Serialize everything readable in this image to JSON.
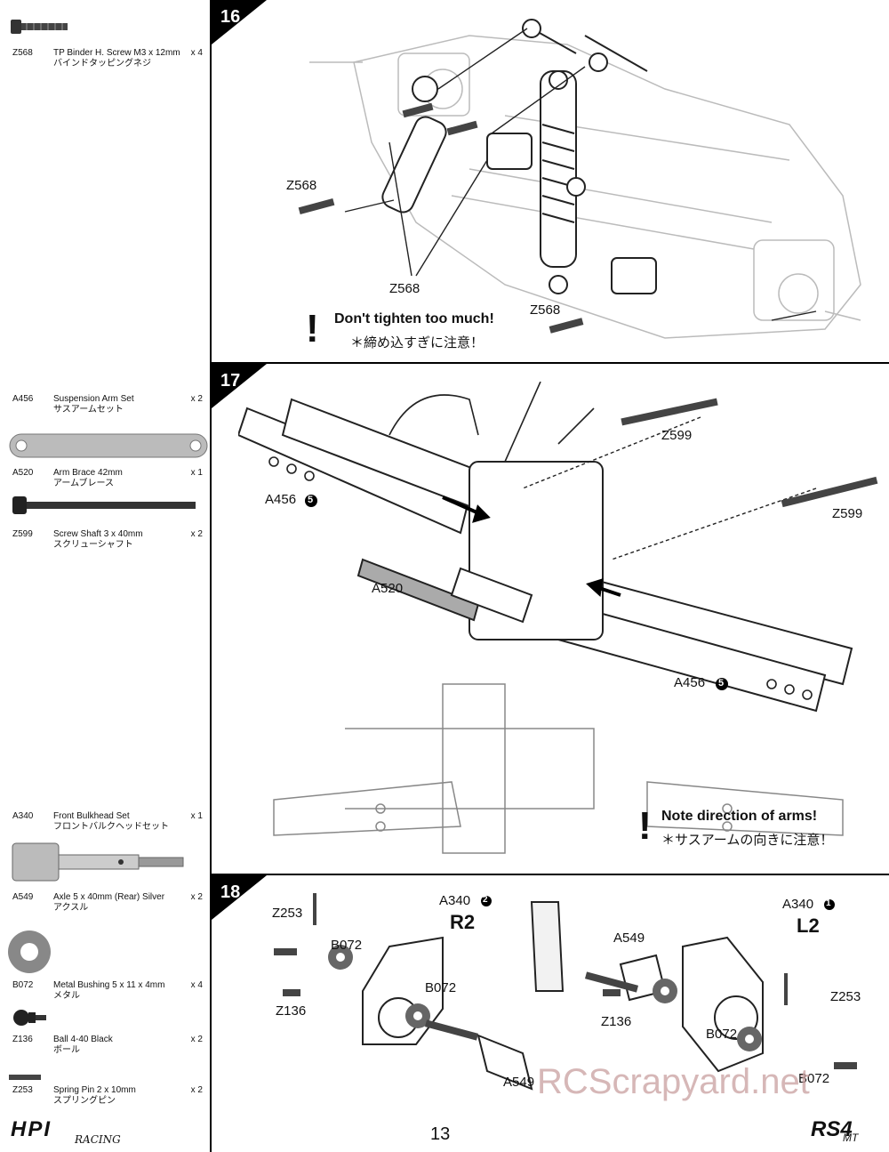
{
  "parts": [
    {
      "code": "Z568",
      "desc": "TP Binder H. Screw M3 x 12mm",
      "desc_jp": "バインドタッピングネジ",
      "qty": "x 4"
    },
    {
      "code": "A456",
      "desc": "Suspension Arm Set",
      "desc_jp": "サスアームセット",
      "qty": "x 2"
    },
    {
      "code": "A520",
      "desc": "Arm Brace 42mm",
      "desc_jp": "アームブレース",
      "qty": "x 1"
    },
    {
      "code": "Z599",
      "desc": "Screw Shaft 3 x 40mm",
      "desc_jp": "スクリューシャフト",
      "qty": "x 2"
    },
    {
      "code": "A340",
      "desc": "Front Bulkhead Set",
      "desc_jp": "フロントバルクヘッドセット",
      "qty": "x 1"
    },
    {
      "code": "A549",
      "desc": "Axle 5 x 40mm (Rear) Silver",
      "desc_jp": "アクスル",
      "qty": "x 2"
    },
    {
      "code": "B072",
      "desc": "Metal Bushing 5 x 11 x 4mm",
      "desc_jp": "メタル",
      "qty": "x 4"
    },
    {
      "code": "Z136",
      "desc": "Ball 4-40 Black",
      "desc_jp": "ボール",
      "qty": "x 2"
    },
    {
      "code": "Z253",
      "desc": "Spring Pin 2 x 10mm",
      "desc_jp": "スプリングピン",
      "qty": "x 2"
    }
  ],
  "steps": [
    {
      "number": "16",
      "labels": {
        "a": "Z568",
        "b": "Z568",
        "c": "Z568"
      },
      "warning": "Don't tighten too much!",
      "warning_jp": "＊締め込すぎに注意！"
    },
    {
      "number": "17",
      "labels": {
        "z599a": "Z599",
        "z599b": "Z599",
        "a456a": "A456",
        "a456b": "A456",
        "a520": "A520",
        "marker": "5"
      },
      "warning": "Note direction of arms!",
      "warning_jp": "＊サスアームの向きに注意！"
    },
    {
      "number": "18",
      "labels": {
        "z253a": "Z253",
        "z253b": "Z253",
        "b072a": "B072",
        "b072b": "B072",
        "b072c": "B072",
        "b072d": "B072",
        "z136a": "Z136",
        "z136b": "Z136",
        "a549a": "A549",
        "a549b": "A549",
        "a340r": "A340",
        "a340l": "A340",
        "r2": "R2",
        "l2": "L2",
        "marker_r": "2",
        "marker_l": "1"
      }
    }
  ],
  "footer": {
    "page": "13",
    "watermark": "RCScrapyard.net",
    "logo_left": "HPI",
    "logo_left_sub": "RACING",
    "logo_right": "RS4",
    "logo_right_sub": "MT"
  }
}
